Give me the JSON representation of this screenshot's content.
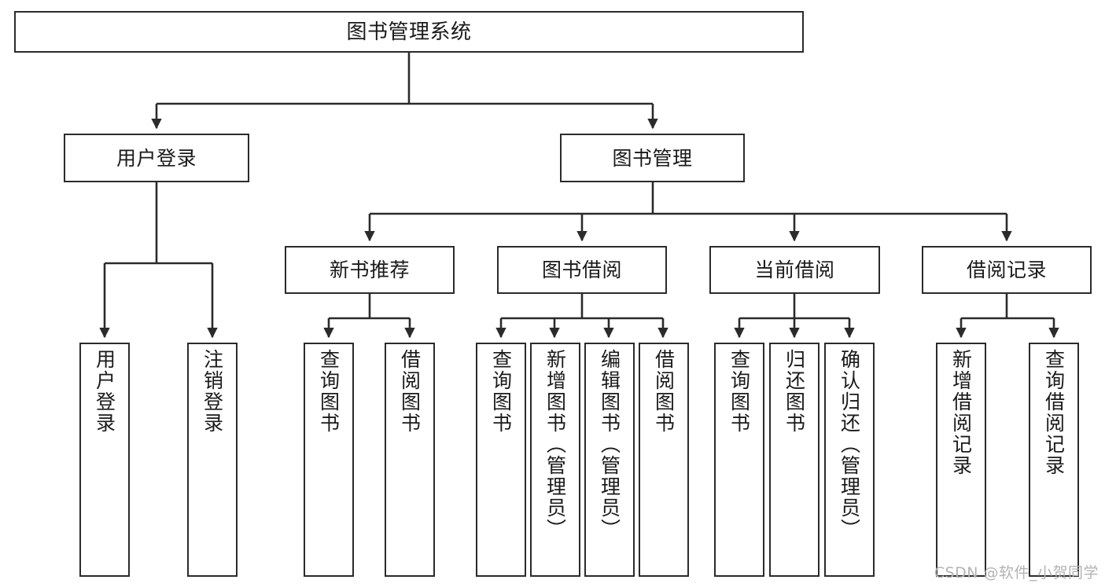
{
  "diagram": {
    "type": "tree",
    "title": "图书管理系统",
    "orientation": "top-down",
    "edge_style": "orthogonal-with-arrowheads",
    "colors": {
      "box_border": "#2b2b2b",
      "box_fill": "#ffffff",
      "edge": "#2b2b2b",
      "text": "#1a1a1a",
      "watermark": "#b3b3b3",
      "background": "#ffffff"
    }
  },
  "root": {
    "label": "图书管理系统"
  },
  "level1": [
    {
      "label": "用户登录"
    },
    {
      "label": "图书管理"
    }
  ],
  "level2": [
    {
      "label": "新书推荐"
    },
    {
      "label": "图书借阅"
    },
    {
      "label": "当前借阅"
    },
    {
      "label": "借阅记录"
    }
  ],
  "leaves": {
    "user_login": [
      {
        "label": "用户登录"
      },
      {
        "label": "注销登录"
      }
    ],
    "new_book_recommend": [
      {
        "label": "查询图书"
      },
      {
        "label": "借阅图书"
      }
    ],
    "book_borrow": [
      {
        "label": "查询图书"
      },
      {
        "label": "新增图书（管理员）"
      },
      {
        "label": "编辑图书（管理员）"
      },
      {
        "label": "借阅图书"
      }
    ],
    "current_borrow": [
      {
        "label": "查询图书"
      },
      {
        "label": "归还图书"
      },
      {
        "label": "确认归还（管理员）"
      }
    ],
    "borrow_record": [
      {
        "label": "新增借阅记录"
      },
      {
        "label": "查询借阅记录"
      }
    ]
  },
  "watermark": {
    "text": "CSDN @软件_小贺同学"
  }
}
